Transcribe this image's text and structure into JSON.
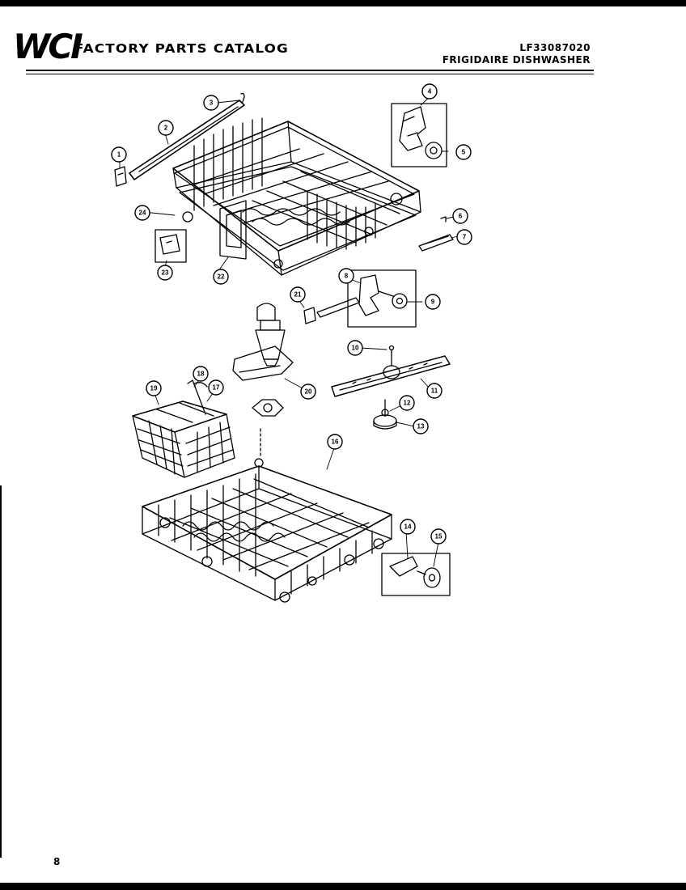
{
  "header": {
    "logo": "WCI",
    "catalog_title": "FACTORY PARTS CATALOG",
    "model_number": "LF33087020",
    "model_description": "FRIGIDAIRE DISHWASHER"
  },
  "callouts": [
    {
      "label": "1"
    },
    {
      "label": "2"
    },
    {
      "label": "3"
    },
    {
      "label": "4"
    },
    {
      "label": "5"
    },
    {
      "label": "6"
    },
    {
      "label": "7"
    },
    {
      "label": "8"
    },
    {
      "label": "9"
    },
    {
      "label": "10"
    },
    {
      "label": "11"
    },
    {
      "label": "12"
    },
    {
      "label": "13"
    },
    {
      "label": "14"
    },
    {
      "label": "15"
    },
    {
      "label": "16"
    },
    {
      "label": "17"
    },
    {
      "label": "18"
    },
    {
      "label": "19"
    },
    {
      "label": "20"
    },
    {
      "label": "21"
    },
    {
      "label": "22"
    },
    {
      "label": "23"
    },
    {
      "label": "24"
    }
  ],
  "footer": {
    "page_number": "8"
  }
}
